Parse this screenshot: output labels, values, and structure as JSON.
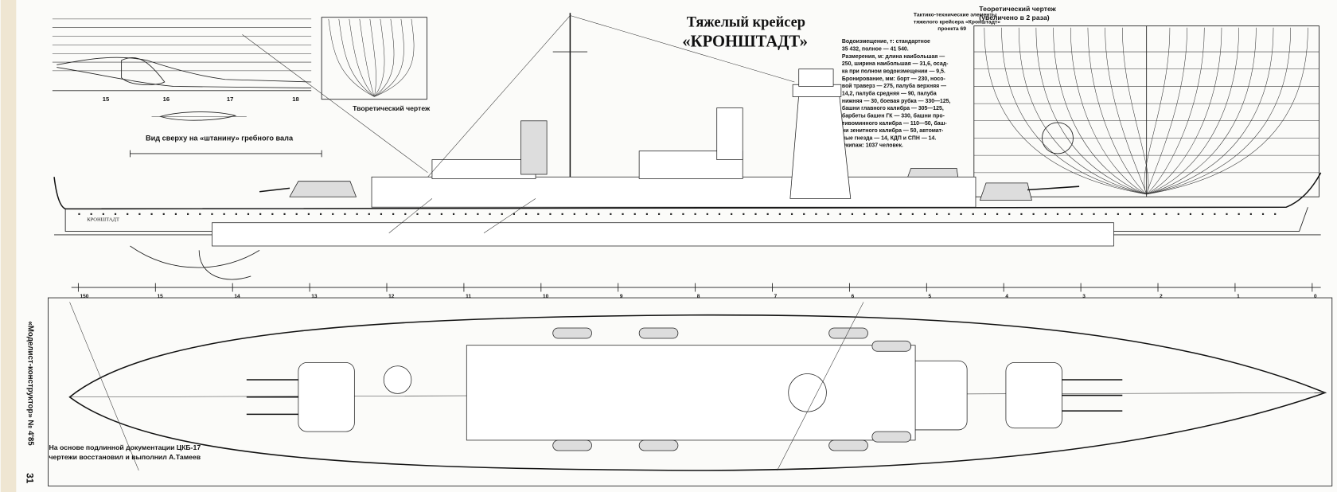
{
  "magazine": {
    "name": "«Моделист-конструктор» № 4'85",
    "page_number": "31"
  },
  "title": {
    "line1": "Тяжелый крейсер",
    "line2": "«КРОНШТАДТ»"
  },
  "specs": {
    "heading": [
      "Тактико-технические элементы",
      "тяжелого крейсера «Кронштадт»",
      "проекта 69"
    ],
    "lines": [
      "Водоизмещение, т: стандартное",
      "35 432, полное — 41 540.",
      "Размерения, м: длина наибольшая —",
      "250, ширина наибольшая — 31,6, осад-",
      "ка при полном водоизмещении — 9,5.",
      "Бронирование, мм: борт — 230, носо-",
      "вой траверз — 275, палуба верхняя —",
      "14,2, палуба средняя — 90, палуба",
      "нижняя — 30, боевая рубка — 330—125,",
      "башни главного калибра — 305—125,",
      "барбеты башен ГК — 330, башни про-",
      "тивоминного калибра — 110—50, баш-",
      "ни зенитного калибра — 50, автомат-",
      "ные гнезда — 14, КДП и СПН — 14.",
      "Экипаж: 1037 человек."
    ]
  },
  "labels": {
    "body_plan_large": [
      "Теоретический чертеж",
      "(увеличено в 2 раза)"
    ],
    "body_plan_small": "Творетический чертеж",
    "shaft_bracket_view": "Вид сверху на «штанину» гребного вала",
    "hull_name": "КРОНШТАДТ",
    "credits": [
      "На основе подлинной документации ЦКБ-17",
      "чертежи восстановил и выполнил А.Тамеев"
    ],
    "half_breadth_ticks": [
      "15",
      "16",
      "17",
      "18"
    ],
    "frame_marks": [
      "150",
      "15",
      "14",
      "13",
      "12",
      "11",
      "10",
      "9",
      "8",
      "7",
      "6",
      "5",
      "4",
      "3",
      "2",
      "1",
      "0"
    ]
  }
}
